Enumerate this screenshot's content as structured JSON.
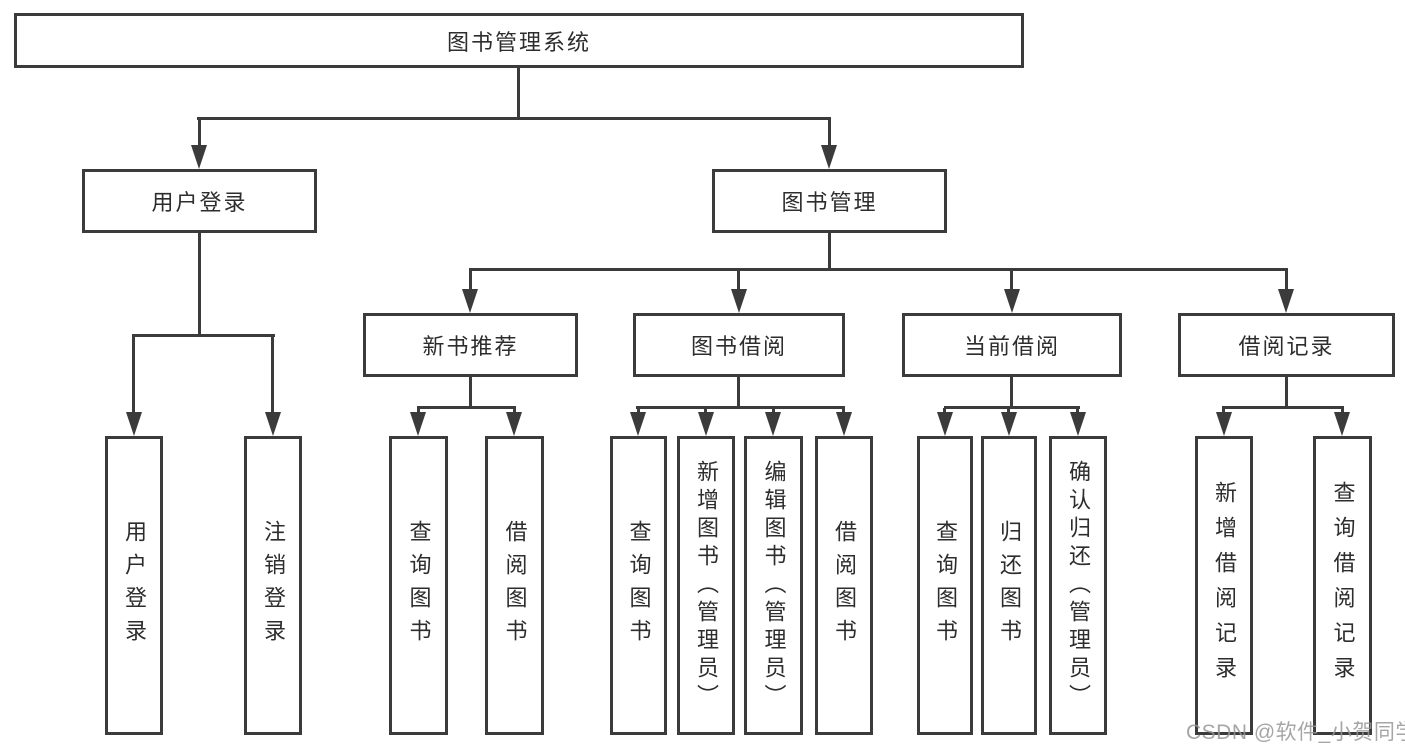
{
  "diagram_title": "图书管理系统",
  "watermark": "CSDN @软件_小贺同学",
  "colors": {
    "line": "#3b3b3b",
    "text": "#2d2d2d",
    "background": "#ffffff",
    "watermark": "#9a9a9a"
  },
  "tree": {
    "root": {
      "label": "图书管理系统",
      "children": [
        {
          "label": "用户登录",
          "children": [
            {
              "label": "用户登录"
            },
            {
              "label": "注销登录"
            }
          ]
        },
        {
          "label": "图书管理",
          "children": [
            {
              "label": "新书推荐",
              "children": [
                {
                  "label": "查询图书"
                },
                {
                  "label": "借阅图书"
                }
              ]
            },
            {
              "label": "图书借阅",
              "children": [
                {
                  "label": "查询图书"
                },
                {
                  "label": "新增图书（管理员）"
                },
                {
                  "label": "编辑图书（管理员）"
                },
                {
                  "label": "借阅图书"
                }
              ]
            },
            {
              "label": "当前借阅",
              "children": [
                {
                  "label": "查询图书"
                },
                {
                  "label": "归还图书"
                },
                {
                  "label": "确认归还（管理员）"
                }
              ]
            },
            {
              "label": "借阅记录",
              "children": [
                {
                  "label": "新增借阅记录"
                },
                {
                  "label": "查询借阅记录"
                }
              ]
            }
          ]
        }
      ]
    }
  }
}
